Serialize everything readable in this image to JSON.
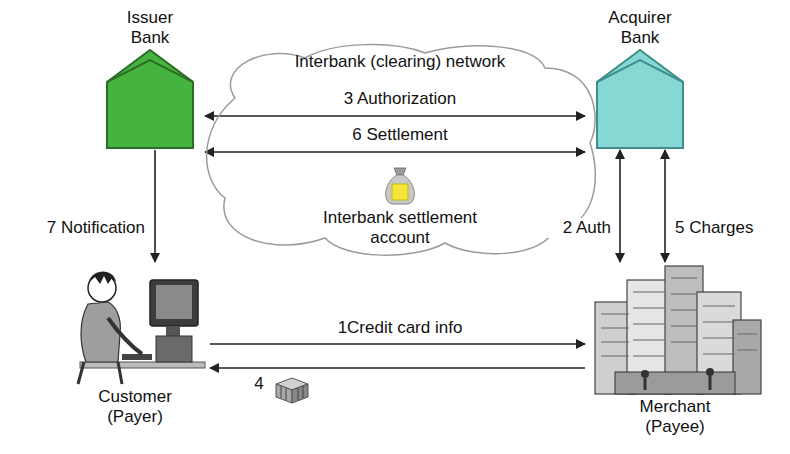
{
  "diagram": {
    "nodes": [
      {
        "text": [
          "Issuer Bank"
        ]
      },
      {
        "text": [
          "Interbank (clearing) network"
        ]
      },
      {
        "text": [
          "Acquirer Bank"
        ]
      },
      {
        "text": [
          "Customer (Payer)"
        ]
      },
      {
        "text": [
          "Merchant (Payee)"
        ]
      }
    ],
    "edges": [
      {
        "from": 0,
        "to": 2,
        "label": "3 Authorization",
        "arrow": "both"
      },
      {
        "from": 0,
        "to": 2,
        "label": "6 Settlement",
        "arrow": "both"
      },
      {
        "from": 0,
        "to": 3,
        "label": "7 Notification",
        "arrow": "to"
      },
      {
        "from": 2,
        "to": 4,
        "label": "2 Auth",
        "arrow": "both"
      },
      {
        "from": 2,
        "to": 4,
        "label": "5 Charges",
        "arrow": "both"
      },
      {
        "from": 3,
        "to": 4,
        "label": "1Credit card info",
        "arrow": "to"
      },
      {
        "from": 4,
        "to": 3,
        "label": "4",
        "arrow": "to"
      }
    ],
    "labels": [
      "Interbank settlement account"
    ]
  }
}
